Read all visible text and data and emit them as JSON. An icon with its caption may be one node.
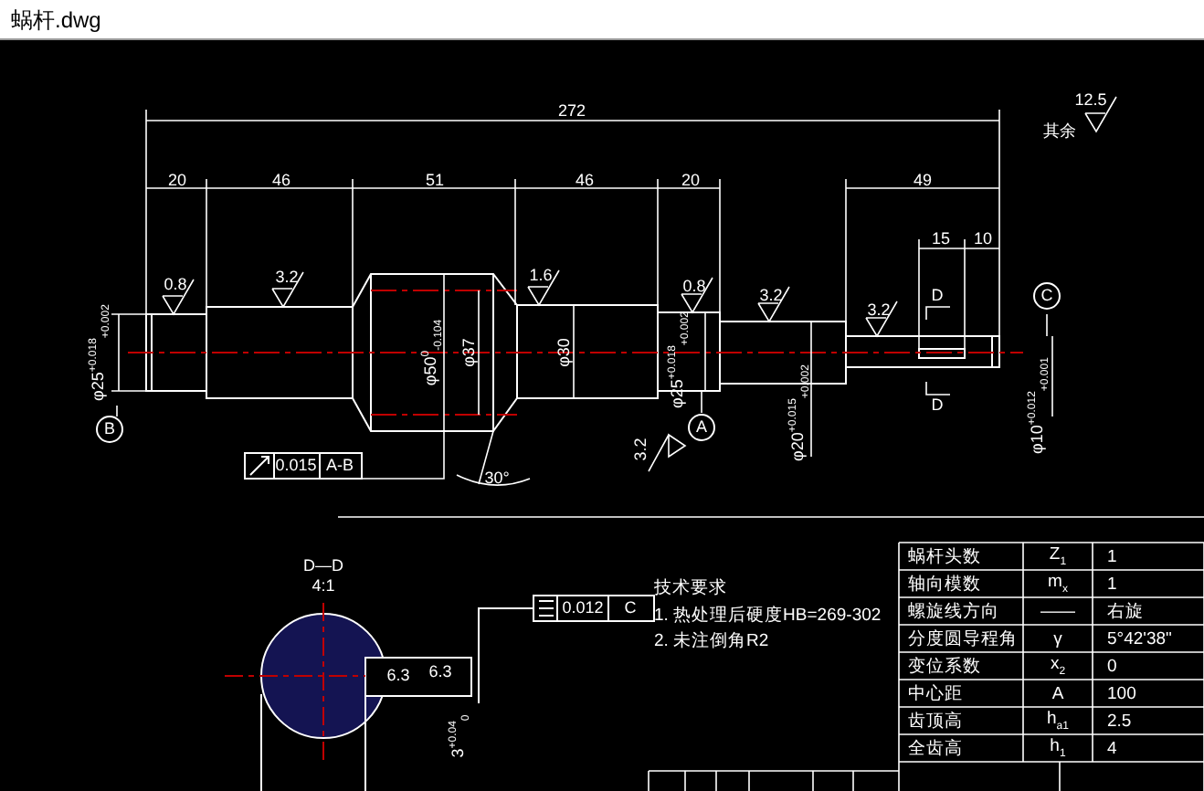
{
  "diagram": {
    "title": "蜗杆.dwg",
    "labels": [
      "272",
      "20",
      "46",
      "51",
      "46",
      "20",
      "49",
      "15",
      "10",
      "其余",
      "12.5",
      "0.8",
      "3.2",
      "1.6",
      "0.8",
      "3.2",
      "3.2",
      "φ25$^{+0.018}$$_{+0.002}$",
      "φ50$^{0}$$_{-0.104}$",
      "φ37",
      "φ30",
      "φ25$^{+0.018}$$_{+0.002}$",
      "φ20$^{+0.015}$$_{+0.002}$",
      "φ10$^{+0.012}$$_{+0.001}$",
      "B",
      "A",
      "C",
      "0.015",
      "A-B",
      "30°",
      "D",
      "D",
      "3.2",
      "D—D",
      "4:1",
      "0.012",
      "C",
      "6.3",
      "6.3",
      "3$^{+0.04}$$_{0}$",
      "技术要求",
      "1. 热处理后硬度HB=269-302",
      "2. 未注倒角R2",
      "蜗杆头数",
      "Z$_{1}$",
      "1",
      "轴向模数",
      "m$_{x}$",
      "1",
      "螺旋线方向",
      "——",
      "右旋",
      "分度圆导程角",
      "γ",
      "5°42'38\"",
      "变位系数",
      "x$_{2}$",
      "0",
      "中心距",
      "A",
      "100",
      "齿顶高",
      "h$_{a1}$",
      "2.5",
      "全齿高",
      "h$_{1}$",
      "4"
    ]
  }
}
